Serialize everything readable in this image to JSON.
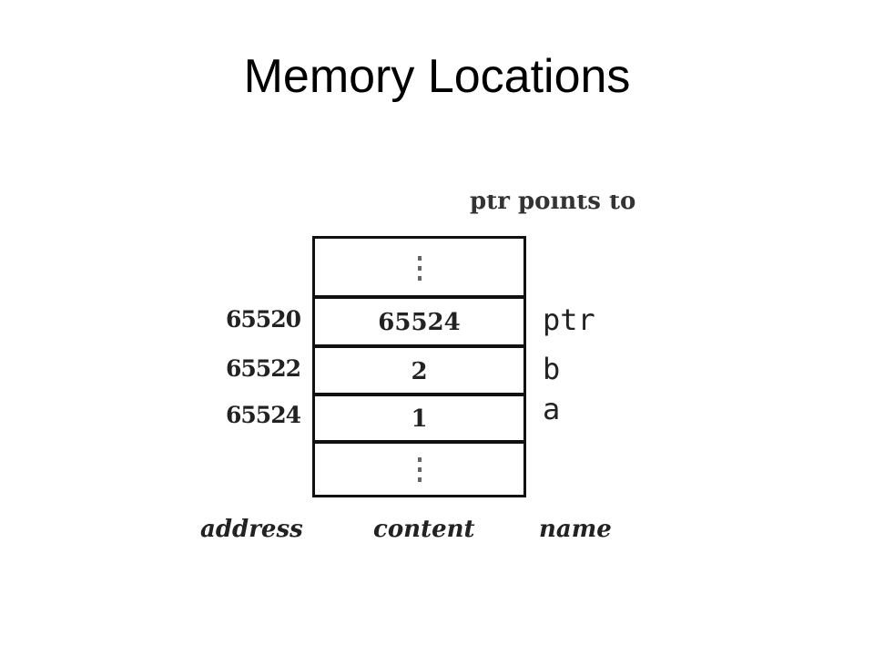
{
  "slide": {
    "title": "Memory Locations"
  },
  "diagram": {
    "cut_off_caption": "ptr points to",
    "cells": [
      {
        "address": "",
        "content": "",
        "name": "",
        "ellipsis": true
      },
      {
        "address": "65520",
        "content": "65524",
        "name": "ptr",
        "ellipsis": false
      },
      {
        "address": "65522",
        "content": "2",
        "name": "b",
        "ellipsis": false
      },
      {
        "address": "65524",
        "content": "1",
        "name": "a",
        "ellipsis": false
      },
      {
        "address": "",
        "content": "",
        "name": "",
        "ellipsis": true
      }
    ],
    "column_labels": {
      "address": "address",
      "content": "content",
      "name": "name"
    }
  }
}
